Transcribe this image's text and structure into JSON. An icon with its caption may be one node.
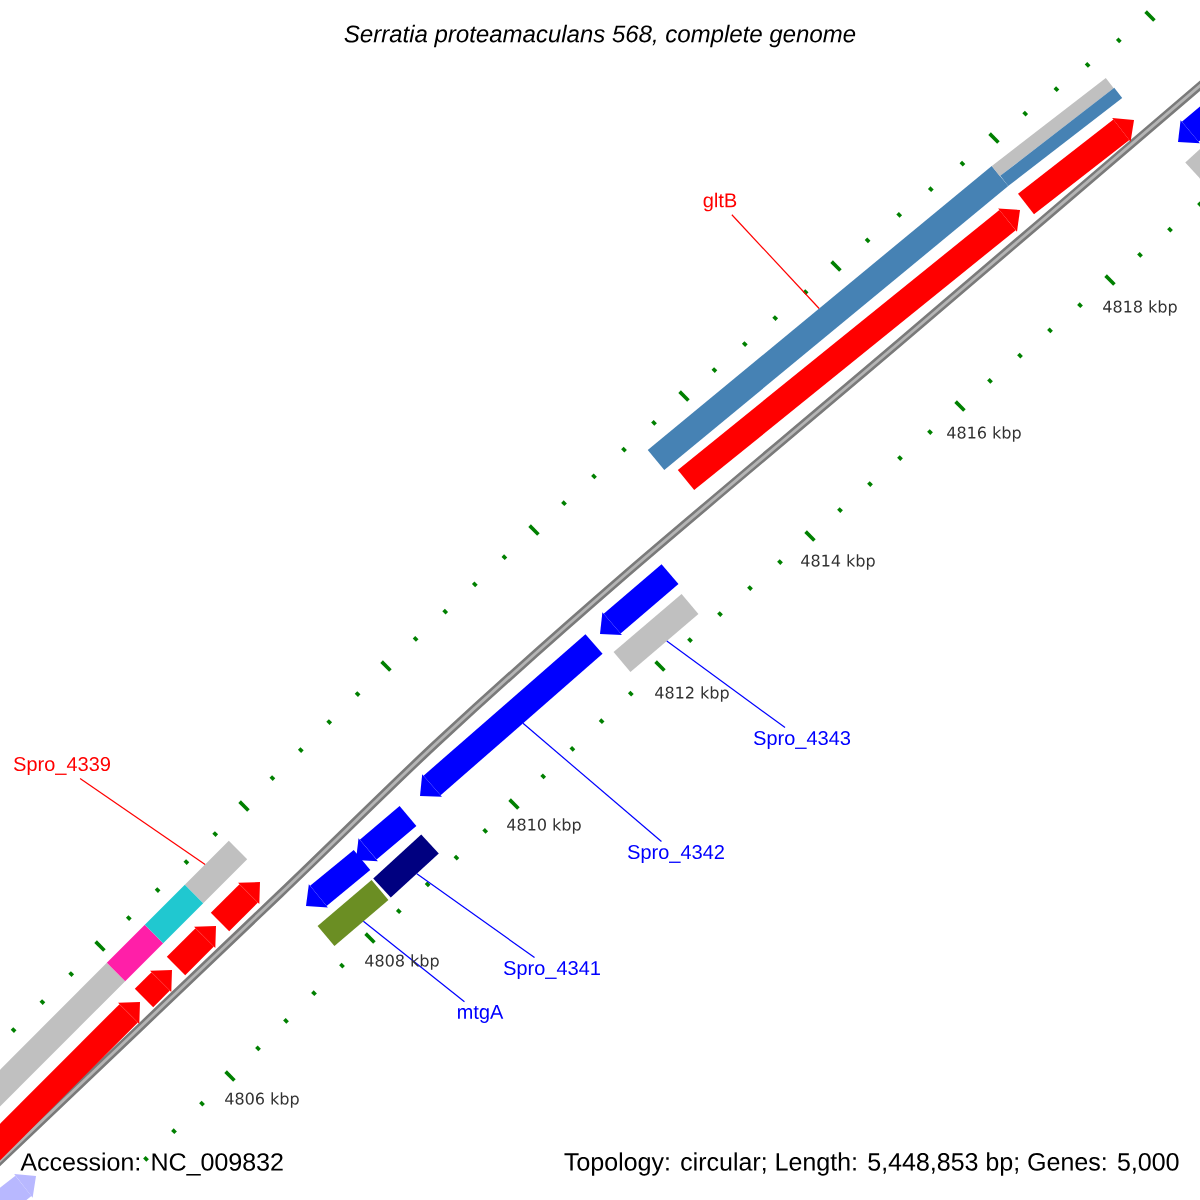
{
  "diagram": {
    "title": "Serratia proteamaculans 568, complete genome",
    "nodes": [
      {
        "text": [
          "gltB"
        ]
      },
      {
        "text": [],
        "shape": "bar"
      },
      {
        "text": [
          "Spro_4343"
        ]
      },
      {
        "text": [],
        "shape": "bar"
      },
      {
        "text": [
          "Spro_4339"
        ]
      },
      {
        "text": [],
        "shape": "bar"
      },
      {
        "text": [
          "Spro_4342"
        ]
      },
      {
        "text": [],
        "shape": "arrow"
      },
      {
        "text": [
          "Spro_4341"
        ]
      },
      {
        "text": [],
        "shape": "bar"
      },
      {
        "text": [
          "mtgA"
        ]
      },
      {
        "text": [],
        "shape": "bar"
      },
      {
        "text": [],
        "shape": "bar"
      },
      {
        "text": [],
        "shape": "arrow"
      },
      {
        "text": [],
        "shape": "arrow"
      },
      {
        "text": [],
        "shape": "bar"
      },
      {
        "text": [],
        "shape": "arrow"
      },
      {
        "text": [],
        "shape": "bar"
      },
      {
        "text": [],
        "shape": "arrow"
      },
      {
        "text": [],
        "shape": "arrow"
      },
      {
        "text": [],
        "shape": "arrow"
      },
      {
        "text": [],
        "shape": "arrow"
      },
      {
        "text": [],
        "shape": "arrow"
      },
      {
        "text": [],
        "shape": "arrow"
      },
      {
        "text": [],
        "shape": "bar"
      },
      {
        "text": [],
        "shape": "bar"
      },
      {
        "text": [],
        "shape": "arrow"
      },
      {
        "text": [],
        "shape": "arrow"
      },
      {
        "text": [],
        "shape": "bar"
      }
    ],
    "edges": [
      {
        "from": 0,
        "to": 1,
        "arrow": "none",
        "color": "#ff0000"
      },
      {
        "from": 2,
        "to": 3,
        "arrow": "none"
      },
      {
        "from": 4,
        "to": 5,
        "arrow": "none",
        "color": "#ff0000"
      },
      {
        "from": 6,
        "to": 7,
        "arrow": "none"
      },
      {
        "from": 8,
        "to": 9,
        "arrow": "none"
      },
      {
        "from": 10,
        "to": 11,
        "arrow": "none"
      }
    ],
    "labels": [
      "4818 kbp",
      "4816 kbp",
      "4814 kbp",
      "4812 kbp",
      "4810 kbp",
      "4808 kbp",
      "4806 kbp",
      "Accession: NC_009832",
      "Topology: circular; Length: 5,448,853 bp; Genes: 5,000"
    ]
  }
}
